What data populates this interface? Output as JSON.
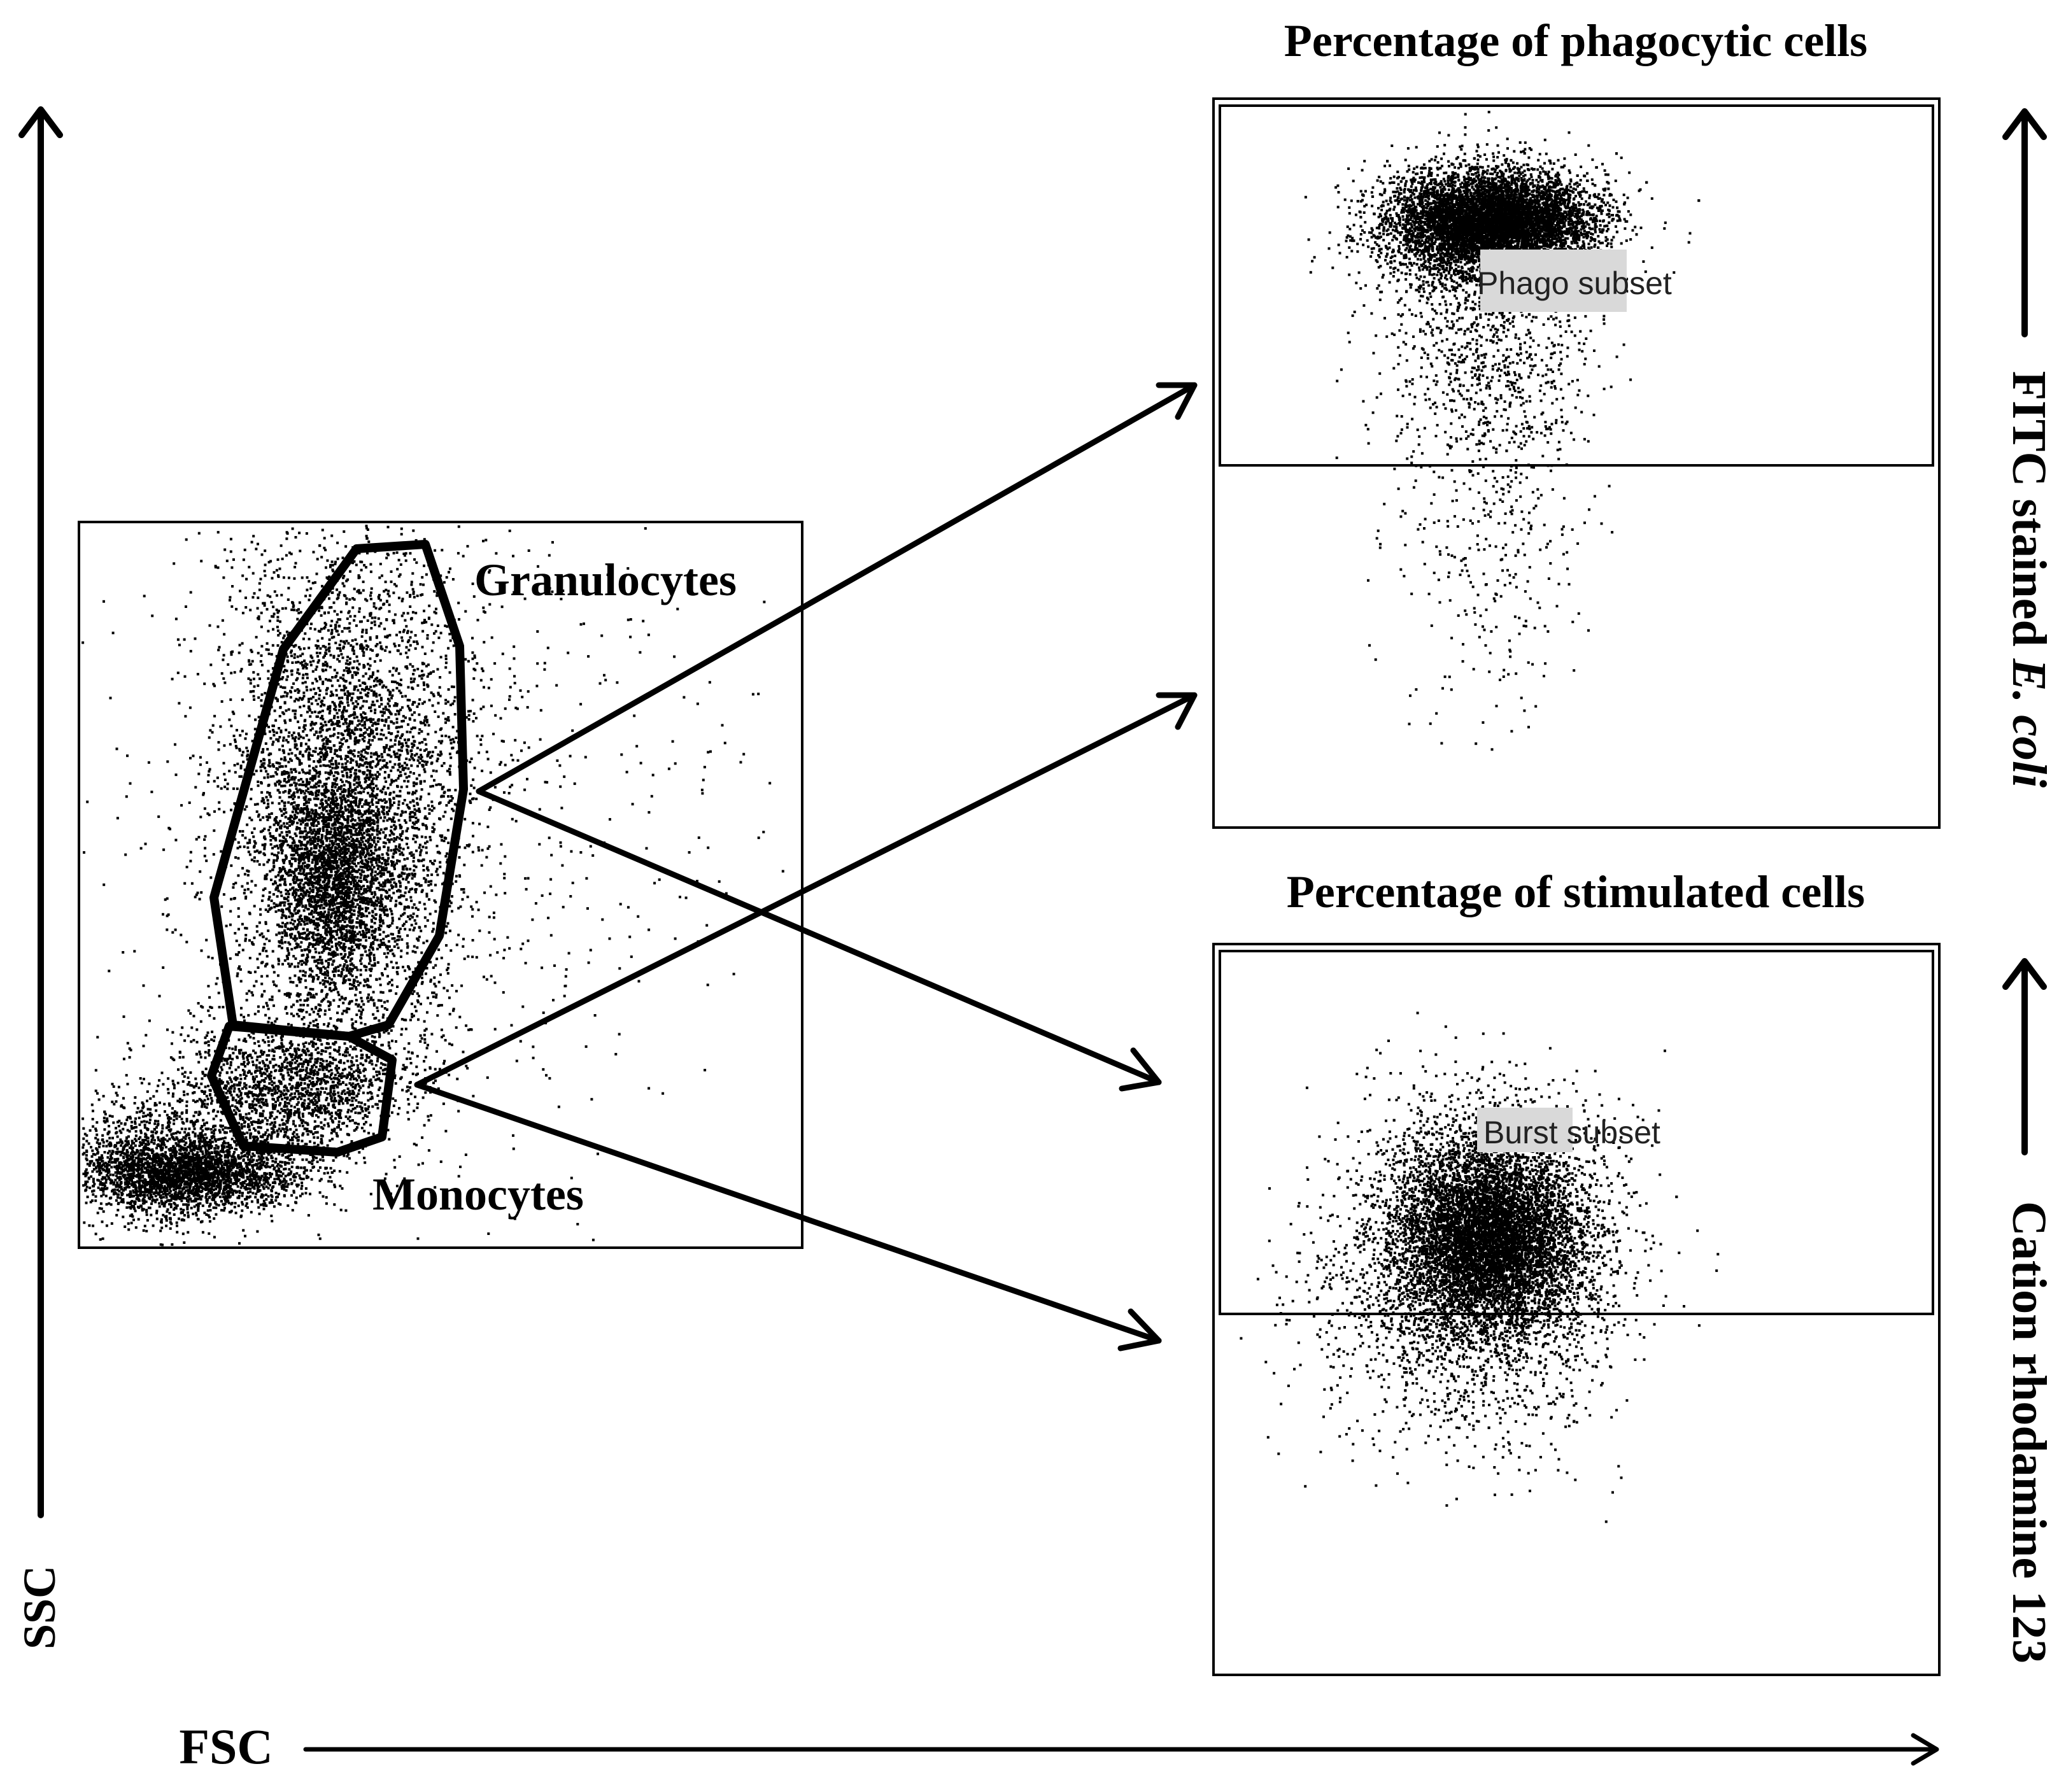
{
  "labels": {
    "phagocytic_title": "Percentage of phagocytic cells",
    "stimulated_title": "Percentage of stimulated cells",
    "ssc": "SSC",
    "fsc": "FSC",
    "fitc_main": "FITC stained ",
    "fitc_italic": "E. coli",
    "cation": "Cation rhodamine 123",
    "granulocytes": "Granulocytes",
    "monocytes": "Monocytes",
    "phago_subset": "Phago subset",
    "burst_subset": "Burst subset"
  },
  "colors": {
    "ink": "#000000",
    "gate_label_bg": "#d9d9d9"
  }
}
